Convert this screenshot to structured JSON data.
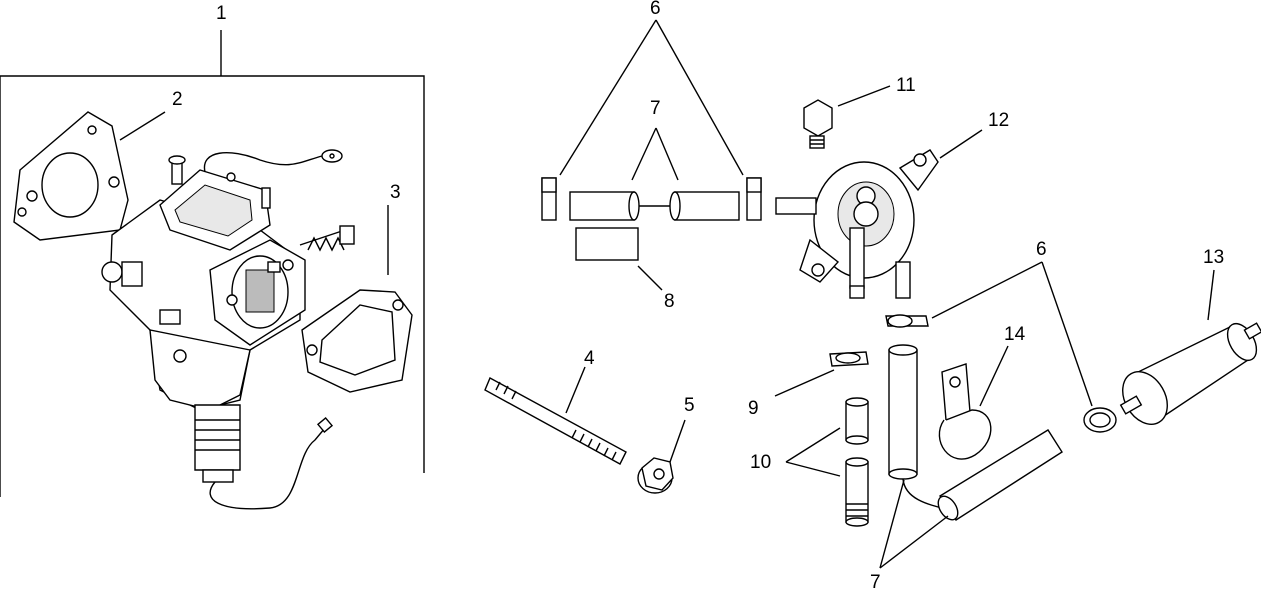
{
  "callouts": {
    "c1": "1",
    "c2": "2",
    "c3": "3",
    "c4": "4",
    "c5": "5",
    "c6a": "6",
    "c6b": "6",
    "c7a": "7",
    "c7b": "7",
    "c8": "8",
    "c9": "9",
    "c10": "10",
    "c11": "11",
    "c12": "12",
    "c13": "13",
    "c14": "14"
  }
}
